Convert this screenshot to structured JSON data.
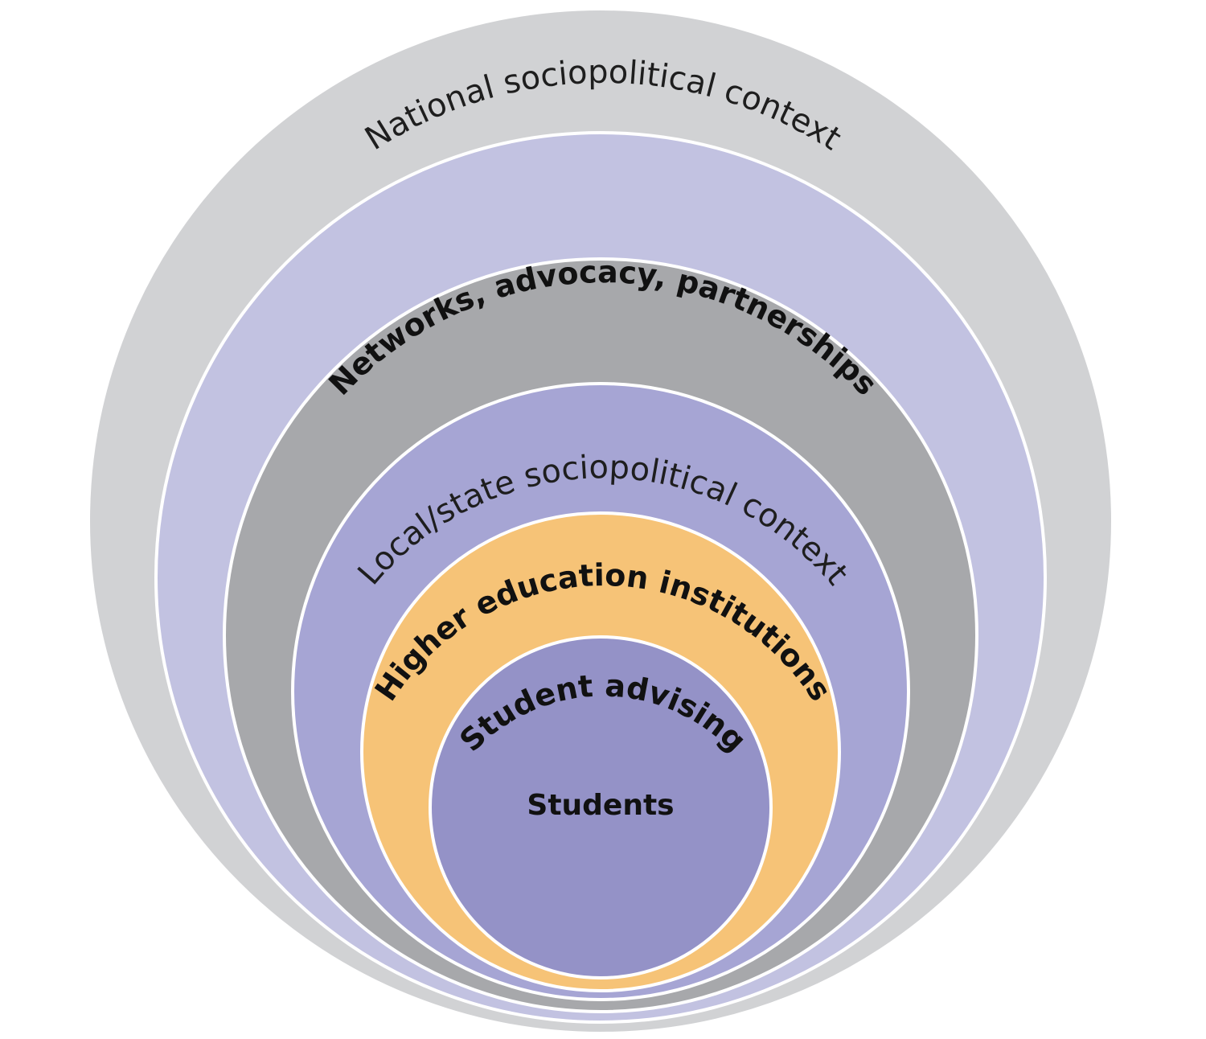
{
  "layers": [
    {
      "id": "national",
      "label": "National sociopolitical context",
      "color": "#d1d2d4",
      "style": "light"
    },
    {
      "id": "networks",
      "label": "Networks, advocacy, partnerships",
      "color": "#c2c2e1",
      "style": "bold"
    },
    {
      "id": "local",
      "label": "Local/state sociopolitical context",
      "color": "#a7a8ab",
      "style": "light"
    },
    {
      "id": "institutions",
      "label": "Higher education institutions",
      "color": "#a6a5d4",
      "style": "bold"
    },
    {
      "id": "advising",
      "label": "Student advising",
      "color": "#f6c377",
      "style": "bold"
    },
    {
      "id": "students",
      "label": "Students",
      "color": "#9492c7",
      "style": "bold"
    }
  ]
}
